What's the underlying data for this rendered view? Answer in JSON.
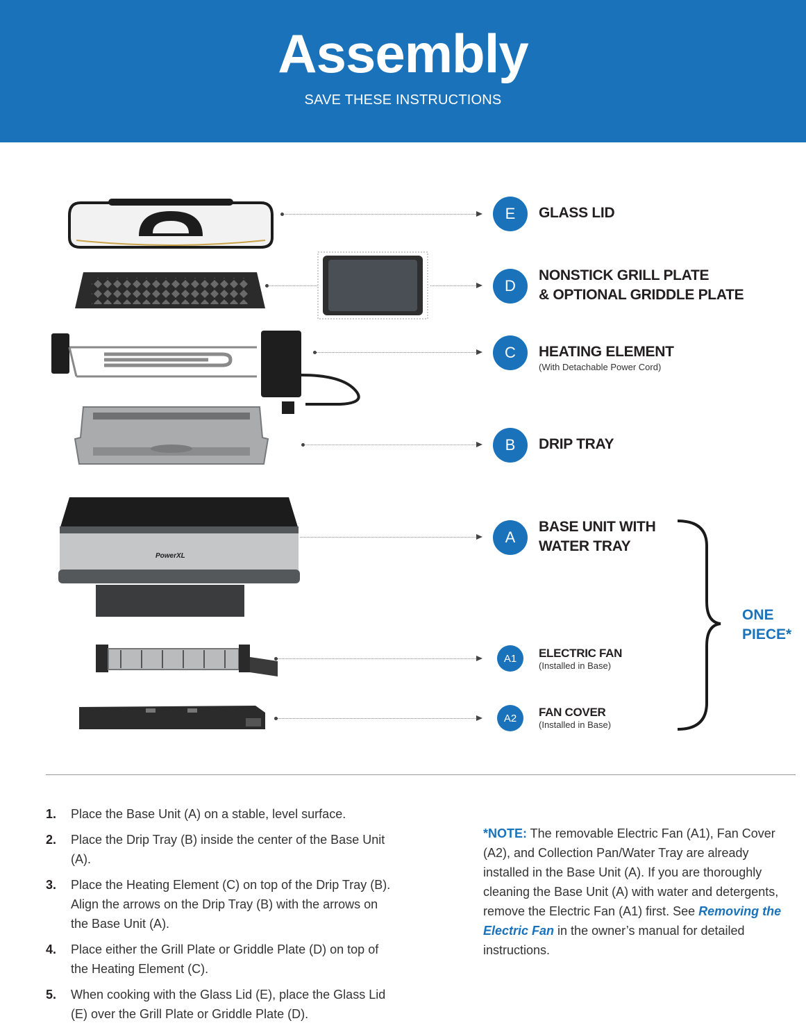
{
  "header": {
    "title": "Assembly",
    "subtitle": "SAVE THESE INSTRUCTIONS"
  },
  "colors": {
    "brand_blue": "#1a73ba",
    "text_dark": "#231f20",
    "header_text": "#ffffff"
  },
  "parts": {
    "E": {
      "badge": "E",
      "title": "GLASS LID"
    },
    "D": {
      "badge": "D",
      "title_line1": "NONSTICK GRILL PLATE",
      "title_line2": "& OPTIONAL GRIDDLE PLATE"
    },
    "C": {
      "badge": "C",
      "title": "HEATING ELEMENT",
      "note": "(With Detachable Power Cord)"
    },
    "B": {
      "badge": "B",
      "title": "DRIP TRAY"
    },
    "A": {
      "badge": "A",
      "title_line1": "BASE UNIT WITH",
      "title_line2": "WATER TRAY",
      "brand_mark": "PowerXL"
    },
    "A1": {
      "badge": "A1",
      "title": "ELECTRIC FAN",
      "note": "(Installed in Base)"
    },
    "A2": {
      "badge": "A2",
      "title": "FAN COVER",
      "note": "(Installed in Base)"
    }
  },
  "one_piece": {
    "line1": "ONE",
    "line2": "PIECE*"
  },
  "steps": [
    {
      "num": "1.",
      "text": "Place the Base Unit (A) on a stable, level surface."
    },
    {
      "num": "2.",
      "text": "Place the Drip Tray (B) inside the center of the Base Unit (A)."
    },
    {
      "num": "3.",
      "text": "Place the Heating Element (C) on top of the Drip Tray (B). Align the arrows on the Drip Tray (B) with the arrows on the Base Unit (A)."
    },
    {
      "num": "4.",
      "text": "Place either the Grill Plate or Griddle Plate (D) on top of the Heating Element (C)."
    },
    {
      "num": "5.",
      "text": "When cooking with the Glass Lid (E), place the Glass Lid (E) over the Grill Plate or Griddle Plate (D)."
    }
  ],
  "note": {
    "lead": "*NOTE:",
    "text_before_link": " The removable Electric Fan (A1), Fan Cover (A2), and Collection Pan/Water Tray are already installed in the Base Unit (A). If you are thoroughly cleaning the Base Unit (A) with water and detergents, remove the Electric Fan (A1) first. See ",
    "link": "Removing the Electric Fan",
    "text_after_link": " in the owner’s manual for detailed instructions."
  }
}
